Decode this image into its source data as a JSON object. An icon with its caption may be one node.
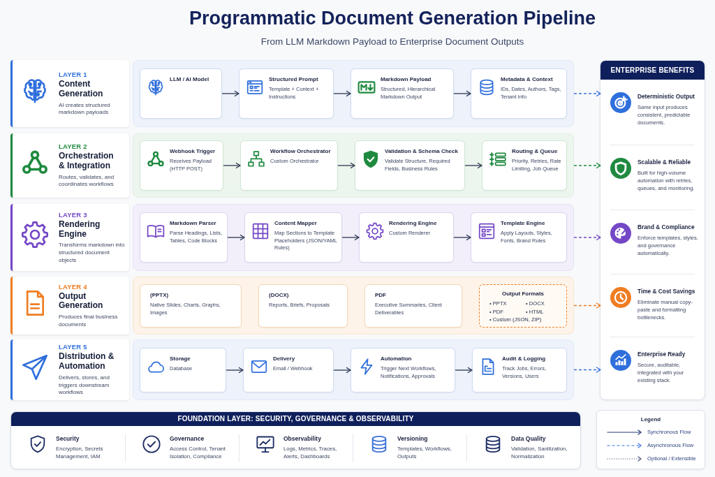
{
  "diagram": {
    "title": "Programmatic Document Generation Pipeline",
    "nodes": [
      {
        "text": [
          "LAYER 1",
          "Content Generation",
          "AI creates structured markdown payloads"
        ]
      },
      {
        "text": [],
        "shape": "box"
      },
      {
        "text": [
          "LLM / AI Model"
        ],
        "in": 1
      },
      {
        "text": [
          "Structured Prompt",
          "Template + Context + Instructions"
        ],
        "in": 1
      },
      {
        "text": [
          "Markdown Payload",
          "Structured, Hierarchical Markdown Output"
        ],
        "in": 1
      },
      {
        "text": [
          "Metadata & Context",
          "IDs, Dates, Authors, Tags, Tenant Info"
        ],
        "in": 1
      },
      {
        "text": [
          "LAYER 2",
          "Orchestration & Integration",
          "Routes, validates, and coordinates workflows"
        ]
      },
      {
        "text": [],
        "shape": "box"
      },
      {
        "text": [
          "Webhook Trigger",
          "Receives Payload (HTTP POST)"
        ],
        "in": 7
      },
      {
        "text": [
          "Workflow Orchestrator",
          "Custom Orchestrator"
        ],
        "in": 7
      },
      {
        "text": [
          "Validation & Schema Check",
          "Validate Structure, Required Fields, Business Rules"
        ],
        "in": 7
      },
      {
        "text": [
          "Routing & Queue",
          "Priority, Retries, Rate Limiting, Job Queue"
        ],
        "in": 7
      },
      {
        "text": [
          "LAYER 3",
          "Rendering Engine",
          "Transforms markdown into structured document objects"
        ]
      },
      {
        "text": [],
        "shape": "box"
      },
      {
        "text": [
          "Markdown Parser",
          "Parse Headings, Lists, Tables, Code Blocks"
        ],
        "in": 13
      },
      {
        "text": [
          "Content Mapper",
          "Map Sections to Template Placeholders (JSON/YAML Rules)"
        ],
        "in": 13
      },
      {
        "text": [
          "Rendering Engine",
          "Custom Renderer"
        ],
        "in": 13
      },
      {
        "text": [
          "Template Engine",
          "Apply Layouts, Styles, Fonts, Brand Rules"
        ],
        "in": 13
      },
      {
        "text": [
          "LAYER 4",
          "Output Generation",
          "Produces final business documents"
        ]
      },
      {
        "text": [],
        "shape": "box"
      },
      {
        "text": [
          "(PPTX)",
          "Native Slides, Charts, Graphs, Images"
        ],
        "in": 19
      },
      {
        "text": [
          "(DOCX)",
          "Reports, Briefs, Proposals"
        ],
        "in": 19
      },
      {
        "text": [
          "PDF",
          "Executive Summaries, Client Deliverables"
        ],
        "in": 19
      },
      {
        "text": [
          "Output Formats",
          "• PPTX",
          "• DOCX",
          "• PDF",
          "• HTML",
          "• Custom (JSON, ZIP)"
        ],
        "in": 19
      },
      {
        "text": [
          "LAYER 5",
          "Distribution & Automation",
          "Delivers, stores, and triggers downstream workflows"
        ]
      },
      {
        "text": [],
        "shape": "box"
      },
      {
        "text": [
          "Storage",
          "Database"
        ],
        "in": 25
      },
      {
        "text": [
          "Delivery",
          "Email / Webhook"
        ],
        "in": 25
      },
      {
        "text": [
          "Automation",
          "Trigger Next Workflows, Notifications, Approvals"
        ],
        "in": 25
      },
      {
        "text": [
          "Audit & Logging",
          "Track Jobs, Errors, Versions, Users"
        ],
        "in": 25
      },
      {
        "text": [
          "ENTERPRISE BENEFITS"
        ]
      },
      {
        "text": [
          "Deterministic Output",
          "Same input produces consistent, predictable documents."
        ],
        "in": 30
      },
      {
        "text": [
          "Scalable & Reliable",
          "Built for high-volume automation with retries, queues, and monitoring."
        ],
        "in": 30
      },
      {
        "text": [
          "Brand & Compliance",
          "Enforce templates, styles, and governance automatically."
        ],
        "in": 30
      },
      {
        "text": [
          "Time & Cost Savings",
          "Eliminate manual copy-paste and formatting bottlenecks."
        ],
        "in": 30
      },
      {
        "text": [
          "Enterprise Ready",
          "Secure, auditable, integrated with your existing stack."
        ],
        "in": 30
      },
      {
        "text": [
          "FOUNDATION LAYER: SECURITY, GOVERNANCE & OBSERVABILITY",
          "Security",
          "Encryption, Secrets Management, IAM",
          "Governance",
          "Access Control, Tenant Isolation, Compliance",
          "Observability",
          "Logs, Metrics, Traces, Alerts, Dashboards",
          "Versioning",
          "Templates, Workflows, Outputs",
          "Data Quality",
          "Validation, Sanitization, Normalization"
        ]
      }
    ],
    "edges": [
      {
        "from": 2,
        "to": 3,
        "arrow": "to"
      },
      {
        "from": 3,
        "to": 4,
        "arrow": "to"
      },
      {
        "from": 4,
        "to": 5,
        "arrow": "to"
      },
      {
        "from": 1,
        "to": 31,
        "arrow": "to",
        "style": "dashed",
        "color": "#3b73e0"
      },
      {
        "from": 8,
        "to": 9,
        "arrow": "to"
      },
      {
        "from": 9,
        "to": 10,
        "arrow": "to"
      },
      {
        "from": 10,
        "to": 11,
        "arrow": "to"
      },
      {
        "from": 7,
        "to": 32,
        "arrow": "to",
        "style": "dashed",
        "color": "#1f8a3f"
      },
      {
        "from": 14,
        "to": 15,
        "arrow": "to"
      },
      {
        "from": 15,
        "to": 16,
        "arrow": "to"
      },
      {
        "from": 16,
        "to": 17,
        "arrow": "to"
      },
      {
        "from": 13,
        "to": 33,
        "arrow": "to",
        "style": "dashed",
        "color": "#7447c6"
      },
      {
        "from": 19,
        "to": 34,
        "arrow": "to",
        "style": "dashed",
        "color": "#ef7d22"
      },
      {
        "from": 26,
        "to": 27,
        "arrow": "to"
      },
      {
        "from": 27,
        "to": 28,
        "arrow": "to"
      },
      {
        "from": 28,
        "to": 29,
        "arrow": "to"
      },
      {
        "from": 25,
        "to": 35,
        "arrow": "to",
        "style": "dashed",
        "color": "#3b73e0"
      }
    ],
    "labels": [
      "From LLM Markdown Payload to Enterprise Document Outputs",
      "Legend"
    ],
    "legend": [
      {
        "text": "Synchronous Flow"
      },
      {
        "text": "Asynchronous Flow"
      },
      {
        "text": "Optional / Extensible"
      }
    ]
  }
}
